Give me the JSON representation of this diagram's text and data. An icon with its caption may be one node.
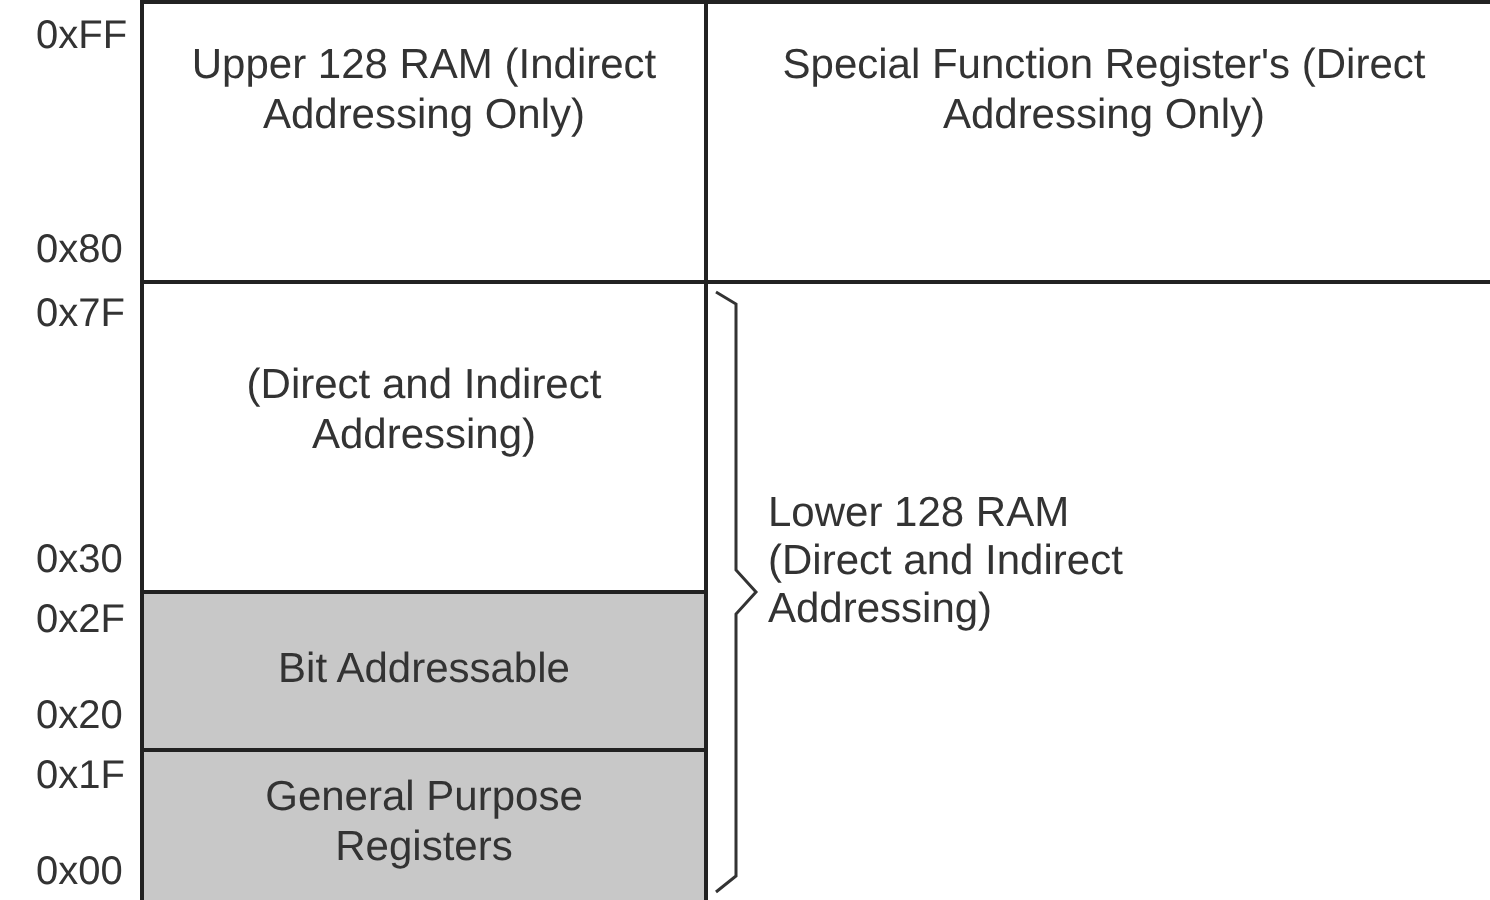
{
  "diagram": {
    "nodes": [
      {
        "text": [
          "Upper 128 RAM (Indirect Addressing Only)"
        ]
      },
      {
        "text": [
          "Special Function Register's (Direct Addressing Only)"
        ]
      },
      {
        "text": [
          "(Direct and Indirect Addressing)"
        ]
      },
      {
        "text": [
          "Bit Addressable"
        ]
      },
      {
        "text": [
          "General Purpose Registers"
        ]
      }
    ],
    "labels": [
      "0xFF",
      "0x80",
      "0x7F",
      "Lower 128 RAM (Direct and Indirect Addressing)",
      "0x30",
      "0x2F",
      "0x20",
      "0x1F",
      "0x00"
    ]
  }
}
